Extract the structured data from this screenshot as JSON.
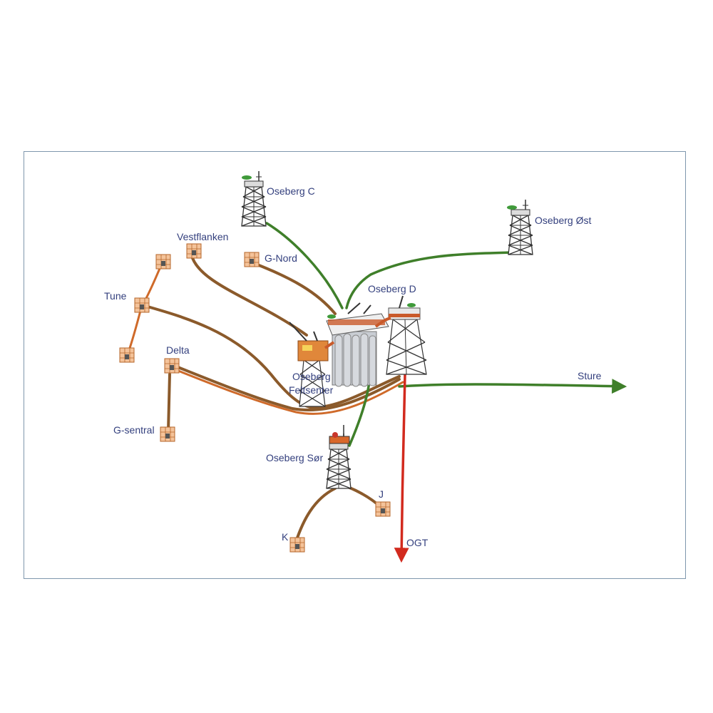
{
  "labels": {
    "oseberg_c": "Oseberg C",
    "oseberg_ost": "Oseberg Øst",
    "vestflanken": "Vestflanken",
    "g_nord": "G-Nord",
    "oseberg_d": "Oseberg D",
    "tune": "Tune",
    "delta": "Delta",
    "g_sentral": "G-sentral",
    "oseberg_feltsenter_line1": "Oseberg",
    "oseberg_feltsenter_line2": "Feltsenter",
    "sture": "Sture",
    "oseberg_sor": "Oseberg Sør",
    "j": "J",
    "k": "K",
    "ogt": "OGT"
  },
  "colors": {
    "oil_pipeline": "#8b5a2b",
    "gas_pipeline": "#3f7f2a",
    "export_pipeline": "#d22a1e",
    "label_text": "#34407e",
    "frame_border": "#7f97ad"
  }
}
